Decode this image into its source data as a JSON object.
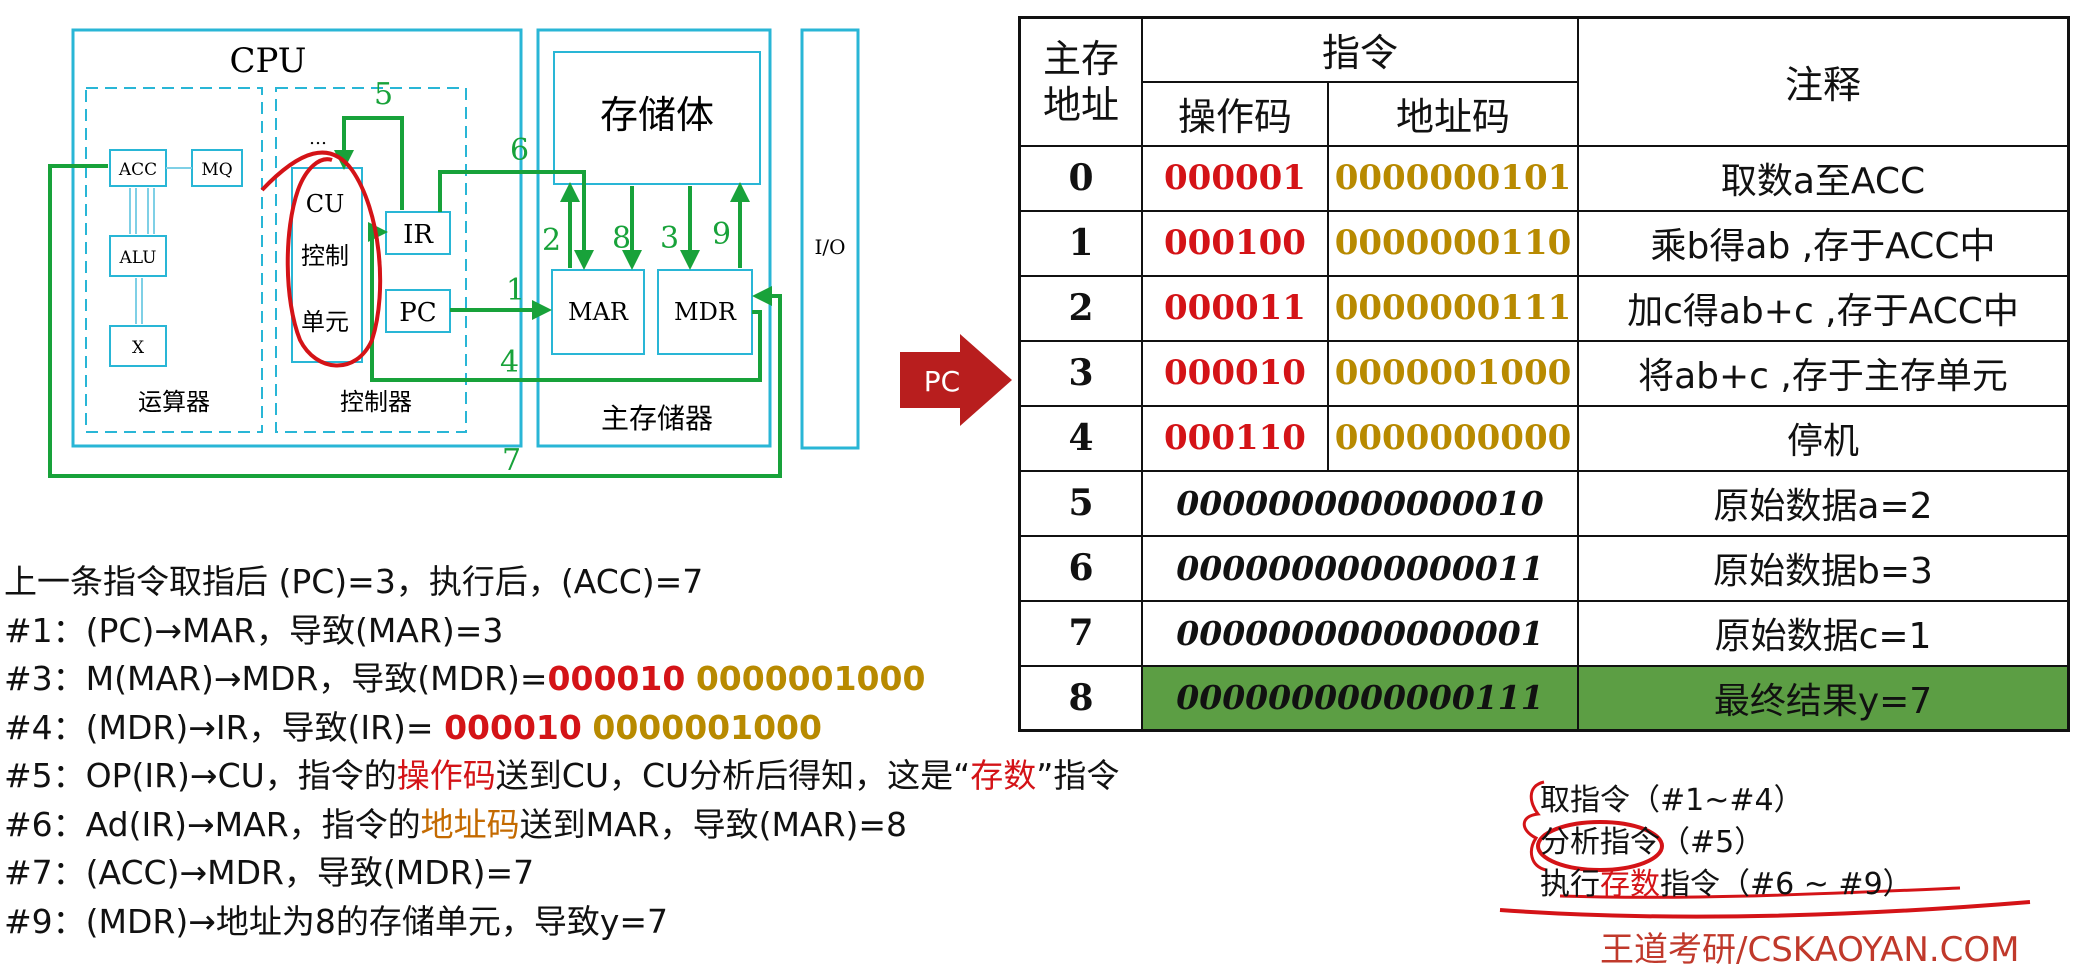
{
  "diagram": {
    "cpu_label": "CPU",
    "acc": "ACC",
    "mq": "MQ",
    "alu": "ALU",
    "x": "X",
    "alu_unit": "运算器",
    "cu": "CU",
    "cu_line1": "控制",
    "cu_line2": "单元",
    "ellipsis": "…",
    "ir": "IR",
    "pc": "PC",
    "controller": "控制器",
    "storage_body": "存储体",
    "mar": "MAR",
    "mdr": "MDR",
    "main_memory": "主存储器",
    "io": "I/O",
    "steps": [
      "1",
      "2",
      "3",
      "4",
      "5",
      "6",
      "7",
      "8",
      "9"
    ]
  },
  "pc_pointer": "PC",
  "table": {
    "header_addr_1": "主存",
    "header_addr_2": "地址",
    "header_instr": "指令",
    "header_op": "操作码",
    "header_ad": "地址码",
    "header_note": "注释",
    "rows": [
      {
        "addr": "0",
        "op": "000001",
        "ad": "0000000101",
        "note": "取数a至ACC"
      },
      {
        "addr": "1",
        "op": "000100",
        "ad": "0000000110",
        "note": "乘b得ab ,存于ACC中"
      },
      {
        "addr": "2",
        "op": "000011",
        "ad": "0000000111",
        "note": "加c得ab+c ,存于ACC中"
      },
      {
        "addr": "3",
        "op": "000010",
        "ad": "0000001000",
        "note": "将ab+c ,存于主存单元"
      },
      {
        "addr": "4",
        "op": "000110",
        "ad": "0000000000",
        "note": "停机"
      }
    ],
    "data_rows": [
      {
        "addr": "5",
        "value": "0000000000000010",
        "note": "原始数据a=2"
      },
      {
        "addr": "6",
        "value": "0000000000000011",
        "note": "原始数据b=3"
      },
      {
        "addr": "7",
        "value": "0000000000000001",
        "note": "原始数据c=1"
      },
      {
        "addr": "8",
        "value": "0000000000000111",
        "note": "最终结果y=7"
      }
    ]
  },
  "explain": {
    "line0": "上一条指令取指后 (PC)=3，执行后，(ACC)=7",
    "line1": "#1：(PC)→MAR，导致(MAR)=3",
    "line2_a": "#3：M(MAR)→MDR，导致(MDR)=",
    "line2_op": "000010",
    "line2_ad": "0000001000",
    "line3_a": "#4：(MDR)→IR，导致(IR)= ",
    "line3_op": "000010",
    "line3_ad": "0000001000",
    "line4_a": "#5：OP(IR)→CU，指令的",
    "line4_hl": "操作码",
    "line4_b": "送到CU，CU分析后得知，这是“",
    "line4_hl2": "存数",
    "line4_c": "”指令",
    "line5_a": "#6：Ad(IR)→MAR，指令的",
    "line5_hl": "地址码",
    "line5_b": "送到MAR，导致(MAR)=8",
    "line6": "#7：(ACC)→MDR，导致(MDR)=7",
    "line7": "#9：(MDR)→地址为8的存储单元，导致y=7"
  },
  "summary": {
    "fetch": "取指令（#1~#4）",
    "analyze": "分析指令（#5）",
    "exec_a": "执行",
    "exec_hl": "存数",
    "exec_b": "指令（#6 ~ #9）"
  },
  "watermark": "王道考研/CSKAOYAN.COM",
  "colors": {
    "cyan": "#29b6d6",
    "green": "#18a23a",
    "red": "#d41317",
    "gold": "#b88a00",
    "highlight": "#5c9e44"
  }
}
